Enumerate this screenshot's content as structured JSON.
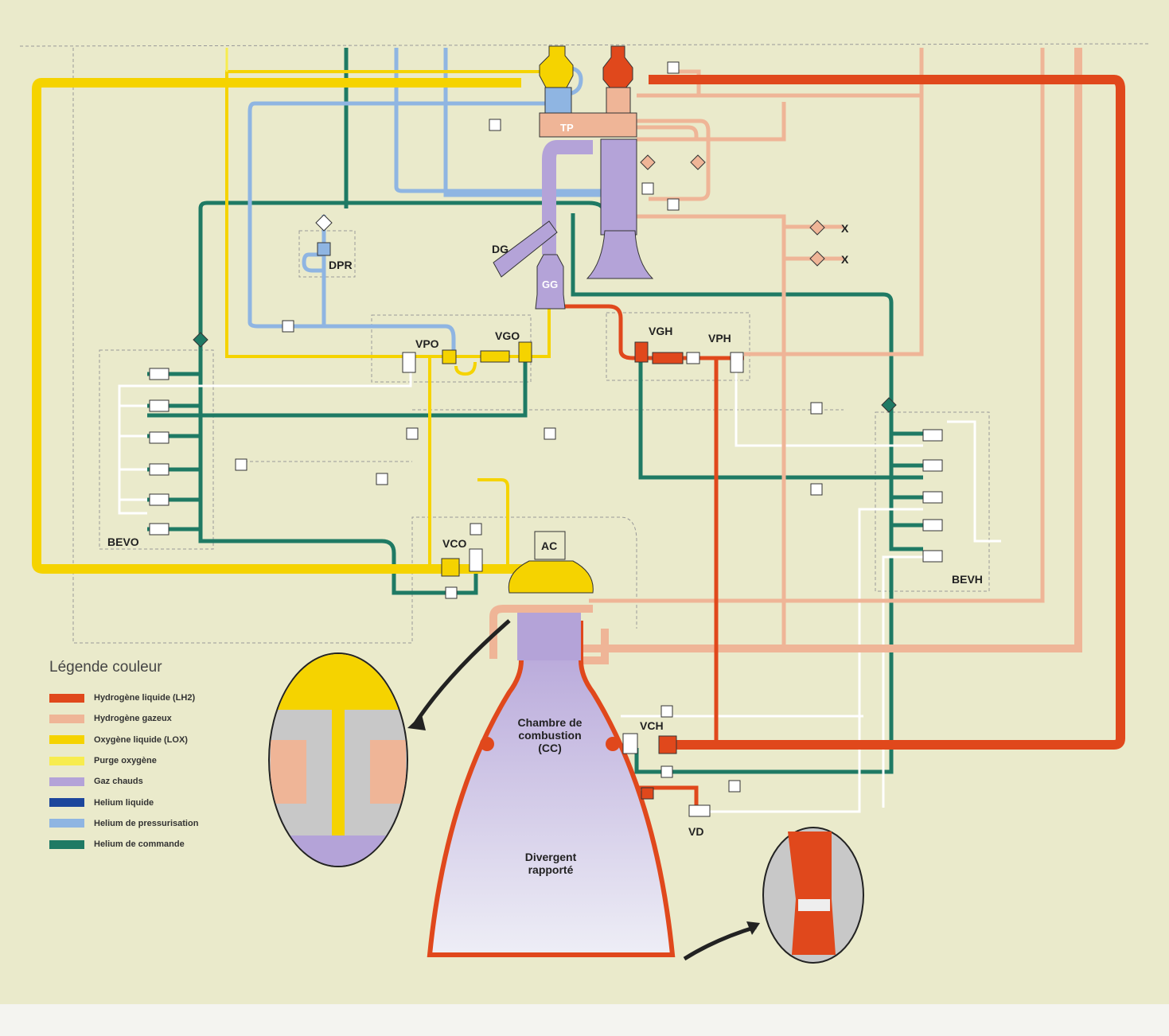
{
  "colors": {
    "background": "#eaeacb",
    "lh2": "#e0481c",
    "h2_gas": "#efb597",
    "lox": "#f5d300",
    "purge_oxygen": "#f7ec4e",
    "hot_gas": "#b4a3d8",
    "helium_liquid": "#1c469c",
    "helium_pressurisation": "#8fb5e2",
    "helium_command": "#1f7a64"
  },
  "labels": {
    "tp": "TP",
    "dg": "DG",
    "gg": "GG",
    "dpr": "DPR",
    "vpo": "VPO",
    "vgo": "VGO",
    "vgh": "VGH",
    "vph": "VPH",
    "bevo": "BEVO",
    "vco": "VCO",
    "ac": "AC",
    "bevh": "BEVH",
    "vch": "VCH",
    "vd": "VD",
    "x1": "X",
    "x2": "X",
    "chamber_line1": "Chambre de",
    "chamber_line2": "combustion",
    "chamber_line3": "(CC)",
    "divergent_line1": "Divergent",
    "divergent_line2": "rapporté"
  },
  "legend": {
    "title": "Légende couleur",
    "items": [
      {
        "label": "Hydrogène liquide (LH2)",
        "color": "#e0481c"
      },
      {
        "label": "Hydrogène gazeux",
        "color": "#efb597"
      },
      {
        "label": "Oxygène liquide (LOX)",
        "color": "#f5d300"
      },
      {
        "label": "Purge oxygène",
        "color": "#f7ec4e"
      },
      {
        "label": "Gaz chauds",
        "color": "#b4a3d8"
      },
      {
        "label": "Helium liquide",
        "color": "#1c469c"
      },
      {
        "label": "Helium de pressurisation",
        "color": "#8fb5e2"
      },
      {
        "label": "Helium de commande",
        "color": "#1f7a64"
      }
    ]
  }
}
